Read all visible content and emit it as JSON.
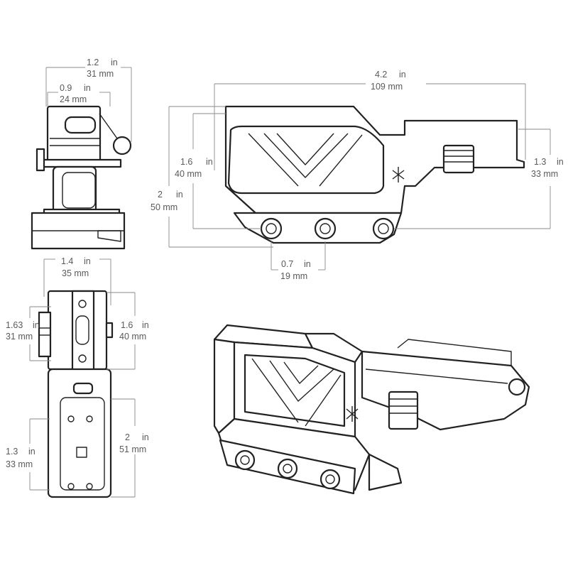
{
  "dimensions": {
    "front_width": {
      "in": "1.2",
      "mm": "31 mm"
    },
    "front_inner_width": {
      "in": "0.9",
      "mm": "24 mm"
    },
    "side_length": {
      "in": "4.2",
      "mm": "109 mm"
    },
    "side_optic_height": {
      "in": "1.6",
      "mm": "40 mm"
    },
    "side_total_height": {
      "in": "2",
      "mm": "50 mm"
    },
    "side_rear_height": {
      "in": "1.3",
      "mm": "33 mm"
    },
    "screw_pitch": {
      "in": "0.7",
      "mm": "19 mm"
    },
    "top_width": {
      "in": "1.4",
      "mm": "35 mm"
    },
    "top_left_offset": {
      "in": "1.63",
      "mm": "31 mm"
    },
    "top_right_height": {
      "in": "1.6",
      "mm": "40 mm"
    },
    "top_lower_length": {
      "in": "2",
      "mm": "51 mm"
    },
    "top_lower_width": {
      "in": "1.3",
      "mm": "33 mm"
    }
  },
  "unit_in": "in",
  "colors": {
    "line": "#222222",
    "dim": "#8a8a8a",
    "text": "#5a5a5a"
  }
}
